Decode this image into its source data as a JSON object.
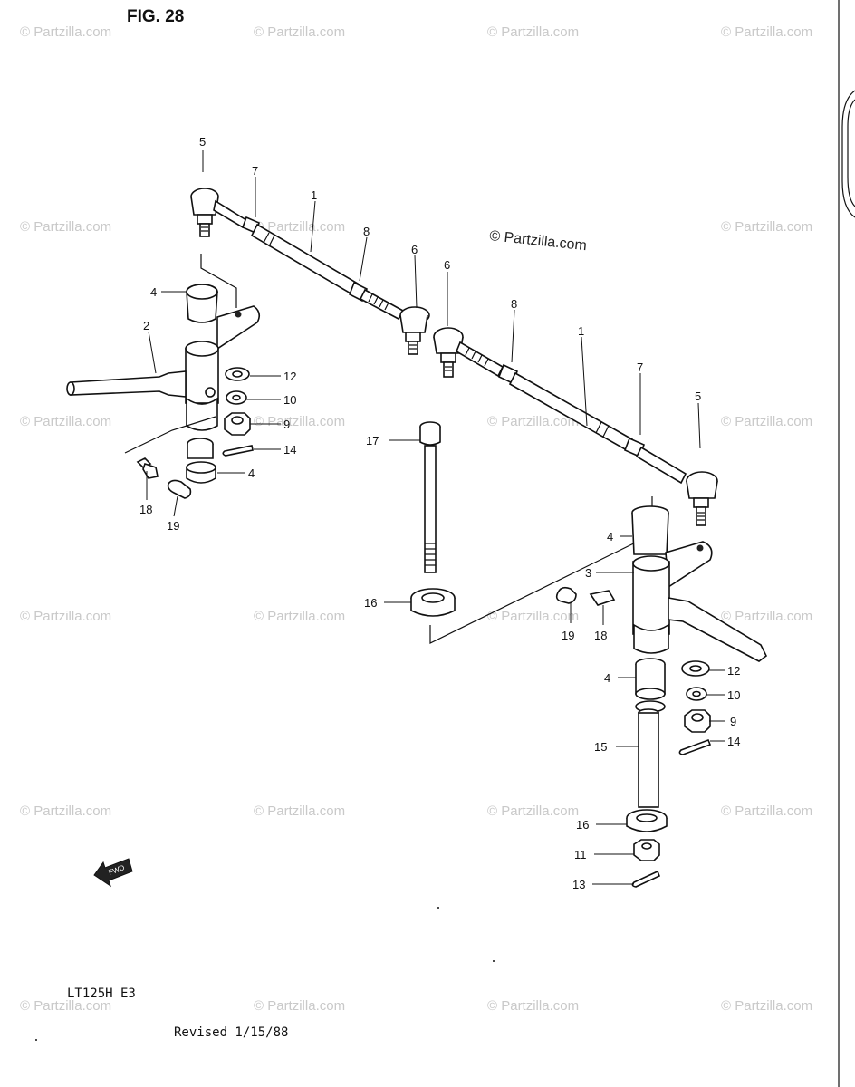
{
  "figure_label": "FIG. 28",
  "model_label": "LT125H  E3",
  "revision_label": "Revised 1/15/88",
  "watermark_main": "© Partzilla.com",
  "watermark_tile": "© Partzilla.com",
  "fwd_label": "FWD",
  "callouts": [
    "5",
    "7",
    "1",
    "8",
    "6",
    "6",
    "8",
    "1",
    "7",
    "5",
    "4",
    "2",
    "12",
    "10",
    "9",
    "14",
    "4",
    "18",
    "19",
    "17",
    "16",
    "4",
    "3",
    "19",
    "18",
    "12",
    "10",
    "9",
    "14",
    "4",
    "15",
    "16",
    "11",
    "13"
  ]
}
